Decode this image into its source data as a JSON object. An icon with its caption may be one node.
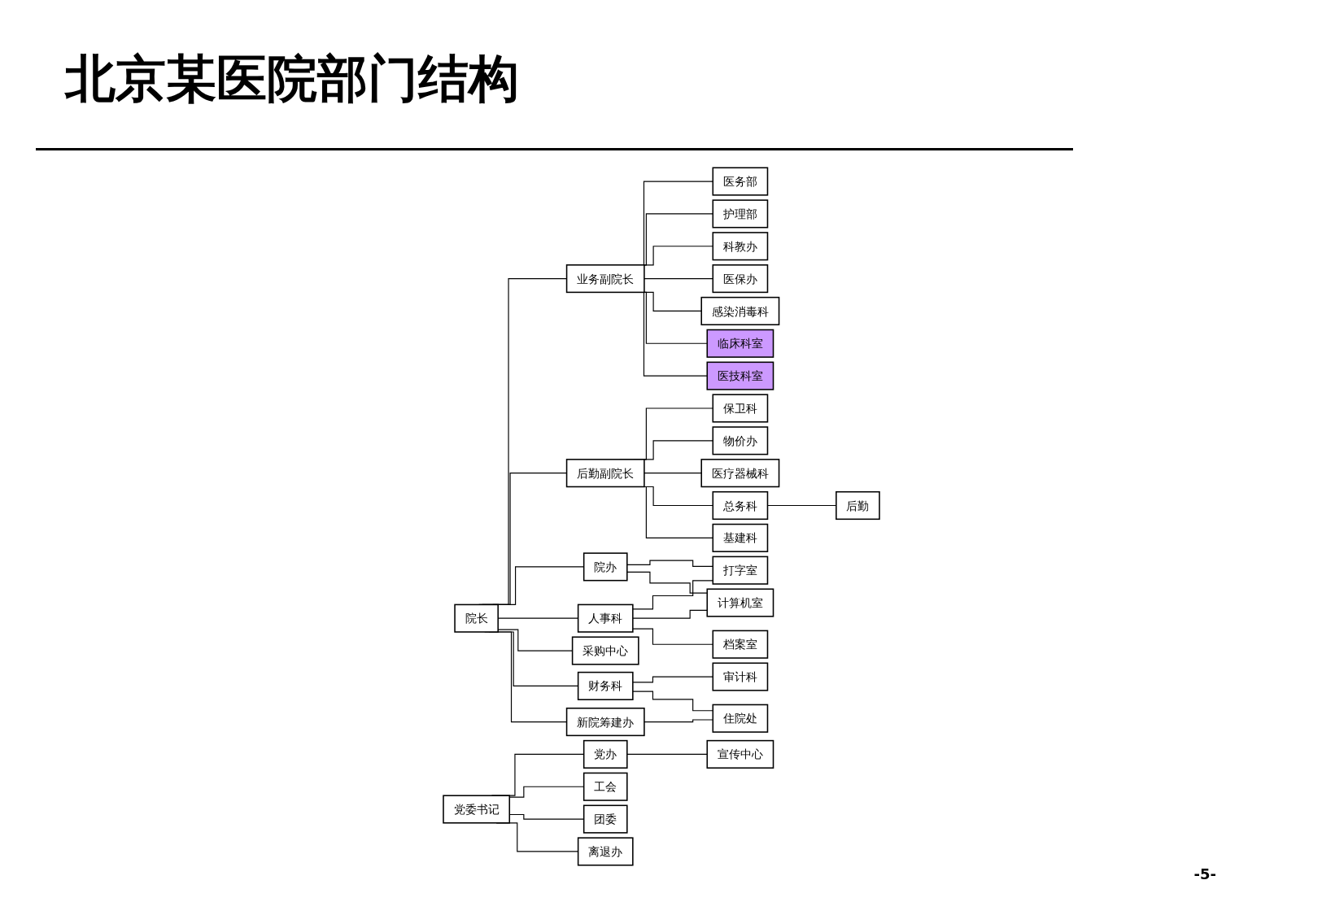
{
  "diagram": {
    "title": "北京某医院部门结构",
    "nodes": [
      {
        "text": [
          "院长"
        ]
      },
      {
        "text": [
          "党委书记"
        ]
      },
      {
        "text": [
          "业务副院长"
        ]
      },
      {
        "text": [
          "后勤副院长"
        ]
      },
      {
        "text": [
          "医务部"
        ]
      },
      {
        "text": [
          "护理部"
        ]
      },
      {
        "text": [
          "科教办"
        ]
      },
      {
        "text": [
          "医保办"
        ]
      },
      {
        "text": [
          "感染消毒科"
        ]
      },
      {
        "text": [
          "临床科室"
        ]
      },
      {
        "text": [
          "医技科室"
        ]
      },
      {
        "text": [
          "院办"
        ]
      },
      {
        "text": [
          "人事科"
        ]
      },
      {
        "text": [
          "采购中心"
        ]
      },
      {
        "text": [
          "财务科"
        ]
      },
      {
        "text": [
          "新院筹建办"
        ]
      },
      {
        "text": [
          "打字室"
        ]
      },
      {
        "text": [
          "计算机室"
        ]
      },
      {
        "text": [
          "档案室"
        ]
      },
      {
        "text": [
          "审计科"
        ]
      },
      {
        "text": [
          "住院处"
        ]
      },
      {
        "text": [
          "党办"
        ]
      },
      {
        "text": [
          "工会"
        ]
      },
      {
        "text": [
          "团委"
        ]
      },
      {
        "text": [
          "离退办"
        ]
      },
      {
        "text": [
          "宣传中心"
        ]
      },
      {
        "text": [
          "保卫科"
        ]
      },
      {
        "text": [
          "物价办"
        ]
      },
      {
        "text": [
          "医疗器械科"
        ]
      },
      {
        "text": [
          "总务科"
        ]
      },
      {
        "text": [
          "基建科"
        ]
      },
      {
        "text": [
          "后勤"
        ]
      }
    ],
    "edges": [
      {
        "from": 0,
        "to": 2,
        "arrow": "none"
      },
      {
        "from": 0,
        "to": 3,
        "arrow": "none"
      },
      {
        "from": 2,
        "to": 4,
        "arrow": "none"
      },
      {
        "from": 2,
        "to": 5,
        "arrow": "none"
      },
      {
        "from": 2,
        "to": 6,
        "arrow": "none"
      },
      {
        "from": 2,
        "to": 7,
        "arrow": "none"
      },
      {
        "from": 2,
        "to": 8,
        "arrow": "none"
      },
      {
        "from": 2,
        "to": 9,
        "arrow": "none"
      },
      {
        "from": 2,
        "to": 10,
        "arrow": "none"
      },
      {
        "from": 0,
        "to": 11,
        "arrow": "none"
      },
      {
        "from": 0,
        "to": 12,
        "arrow": "none"
      },
      {
        "from": 0,
        "to": 13,
        "arrow": "none"
      },
      {
        "from": 0,
        "to": 14,
        "arrow": "none"
      },
      {
        "from": 0,
        "to": 15,
        "arrow": "none"
      },
      {
        "from": 11,
        "to": 16,
        "arrow": "none"
      },
      {
        "from": 11,
        "to": 17,
        "arrow": "none"
      },
      {
        "from": 12,
        "to": 16,
        "arrow": "none"
      },
      {
        "from": 12,
        "to": 17,
        "arrow": "none"
      },
      {
        "from": 12,
        "to": 18,
        "arrow": "none"
      },
      {
        "from": 14,
        "to": 19,
        "arrow": "none"
      },
      {
        "from": 14,
        "to": 20,
        "arrow": "none"
      },
      {
        "from": 15,
        "to": 20,
        "arrow": "none"
      },
      {
        "from": 1,
        "to": 21,
        "arrow": "none"
      },
      {
        "from": 1,
        "to": 22,
        "arrow": "none"
      },
      {
        "from": 1,
        "to": 23,
        "arrow": "none"
      },
      {
        "from": 1,
        "to": 24,
        "arrow": "none"
      },
      {
        "from": 21,
        "to": 25,
        "arrow": "none"
      },
      {
        "from": 3,
        "to": 26,
        "arrow": "none"
      },
      {
        "from": 3,
        "to": 27,
        "arrow": "none"
      },
      {
        "from": 3,
        "to": 28,
        "arrow": "none"
      },
      {
        "from": 3,
        "to": 29,
        "arrow": "none"
      },
      {
        "from": 3,
        "to": 30,
        "arrow": "none"
      },
      {
        "from": 29,
        "to": 31,
        "arrow": "none"
      }
    ],
    "labels": [
      "-5-"
    ]
  }
}
